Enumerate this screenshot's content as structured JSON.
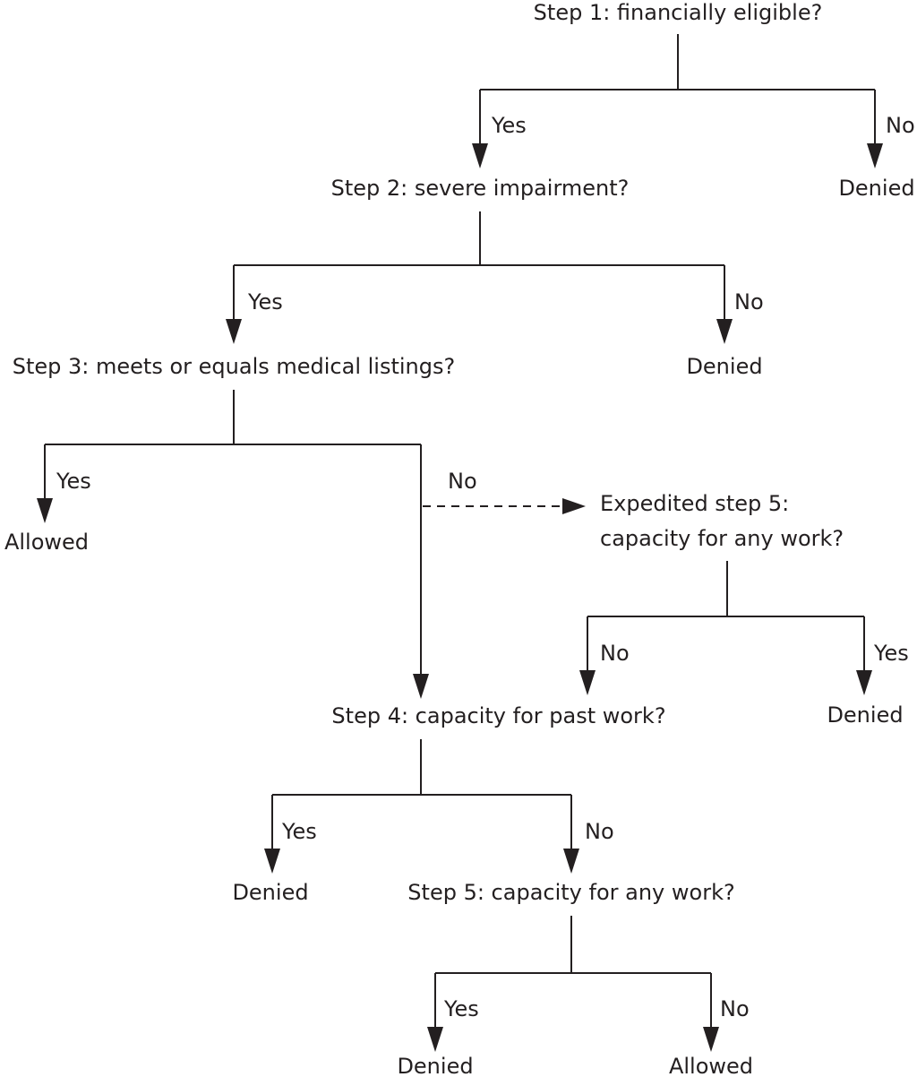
{
  "nodes": {
    "step1": "Step 1: financially eligible?",
    "step2": "Step 2: severe impairment?",
    "step3": "Step 3: meets or equals medical listings?",
    "expedited_line1": "Expedited step 5:",
    "expedited_line2": "capacity for any work?",
    "step4": "Step 4: capacity for past work?",
    "step5": "Step 5: capacity for any work?"
  },
  "outcomes": {
    "step1_no": "Denied",
    "step2_no": "Denied",
    "step3_yes": "Allowed",
    "expedited_yes": "Denied",
    "step4_yes": "Denied",
    "step5_yes": "Denied",
    "step5_no": "Allowed"
  },
  "branch_labels": {
    "yes": "Yes",
    "no": "No"
  },
  "colors": {
    "ink": "#231f20",
    "background": "#ffffff"
  }
}
